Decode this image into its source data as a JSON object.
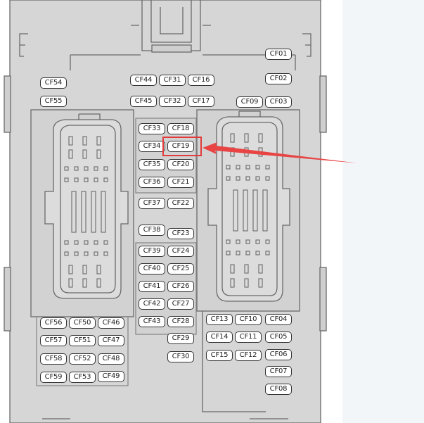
{
  "highlight": {
    "fuse": "CF19",
    "color": "#e23b3b"
  },
  "colors": {
    "housing": "#d6d6d6",
    "outline": "#6a6a6a",
    "panel_bg": "#f3f6f9"
  },
  "fuses": [
    {
      "id": "f-cf01",
      "label": "CF01"
    },
    {
      "id": "f-cf02",
      "label": "CF02"
    },
    {
      "id": "f-cf03",
      "label": "CF03"
    },
    {
      "id": "f-cf04",
      "label": "CF04"
    },
    {
      "id": "f-cf05",
      "label": "CF05"
    },
    {
      "id": "f-cf06",
      "label": "CF06"
    },
    {
      "id": "f-cf07",
      "label": "CF07"
    },
    {
      "id": "f-cf08",
      "label": "CF08"
    },
    {
      "id": "f-cf09",
      "label": "CF09"
    },
    {
      "id": "f-cf10",
      "label": "CF10"
    },
    {
      "id": "f-cf11",
      "label": "CF11"
    },
    {
      "id": "f-cf12",
      "label": "CF12"
    },
    {
      "id": "f-cf13",
      "label": "CF13"
    },
    {
      "id": "f-cf14",
      "label": "CF14"
    },
    {
      "id": "f-cf15",
      "label": "CF15"
    },
    {
      "id": "f-cf16",
      "label": "CF16"
    },
    {
      "id": "f-cf17",
      "label": "CF17"
    },
    {
      "id": "f-cf18",
      "label": "CF18"
    },
    {
      "id": "f-cf19",
      "label": "CF19"
    },
    {
      "id": "f-cf20",
      "label": "CF20"
    },
    {
      "id": "f-cf21",
      "label": "CF21"
    },
    {
      "id": "f-cf22",
      "label": "CF22"
    },
    {
      "id": "f-cf23",
      "label": "CF23"
    },
    {
      "id": "f-cf24",
      "label": "CF24"
    },
    {
      "id": "f-cf25",
      "label": "CF25"
    },
    {
      "id": "f-cf26",
      "label": "CF26"
    },
    {
      "id": "f-cf27",
      "label": "CF27"
    },
    {
      "id": "f-cf28",
      "label": "CF28"
    },
    {
      "id": "f-cf29",
      "label": "CF29"
    },
    {
      "id": "f-cf30",
      "label": "CF30"
    },
    {
      "id": "f-cf31",
      "label": "CF31"
    },
    {
      "id": "f-cf32",
      "label": "CF32"
    },
    {
      "id": "f-cf33",
      "label": "CF33"
    },
    {
      "id": "f-cf34",
      "label": "CF34"
    },
    {
      "id": "f-cf35",
      "label": "CF35"
    },
    {
      "id": "f-cf36",
      "label": "CF36"
    },
    {
      "id": "f-cf37",
      "label": "CF37"
    },
    {
      "id": "f-cf38",
      "label": "CF38"
    },
    {
      "id": "f-cf39",
      "label": "CF39"
    },
    {
      "id": "f-cf40",
      "label": "CF40"
    },
    {
      "id": "f-cf41",
      "label": "CF41"
    },
    {
      "id": "f-cf42",
      "label": "CF42"
    },
    {
      "id": "f-cf43",
      "label": "CF43"
    },
    {
      "id": "f-cf44",
      "label": "CF44"
    },
    {
      "id": "f-cf45",
      "label": "CF45"
    },
    {
      "id": "f-cf46",
      "label": "CF46"
    },
    {
      "id": "f-cf47",
      "label": "CF47"
    },
    {
      "id": "f-cf48",
      "label": "CF48"
    },
    {
      "id": "f-cf49",
      "label": "CF49"
    },
    {
      "id": "f-cf50",
      "label": "CF50"
    },
    {
      "id": "f-cf51",
      "label": "CF51"
    },
    {
      "id": "f-cf52",
      "label": "CF52"
    },
    {
      "id": "f-cf53",
      "label": "CF53"
    },
    {
      "id": "f-cf54",
      "label": "CF54"
    },
    {
      "id": "f-cf55",
      "label": "CF55"
    },
    {
      "id": "f-cf56",
      "label": "CF56"
    },
    {
      "id": "f-cf57",
      "label": "CF57"
    },
    {
      "id": "f-cf58",
      "label": "CF58"
    },
    {
      "id": "f-cf59",
      "label": "CF59"
    }
  ]
}
